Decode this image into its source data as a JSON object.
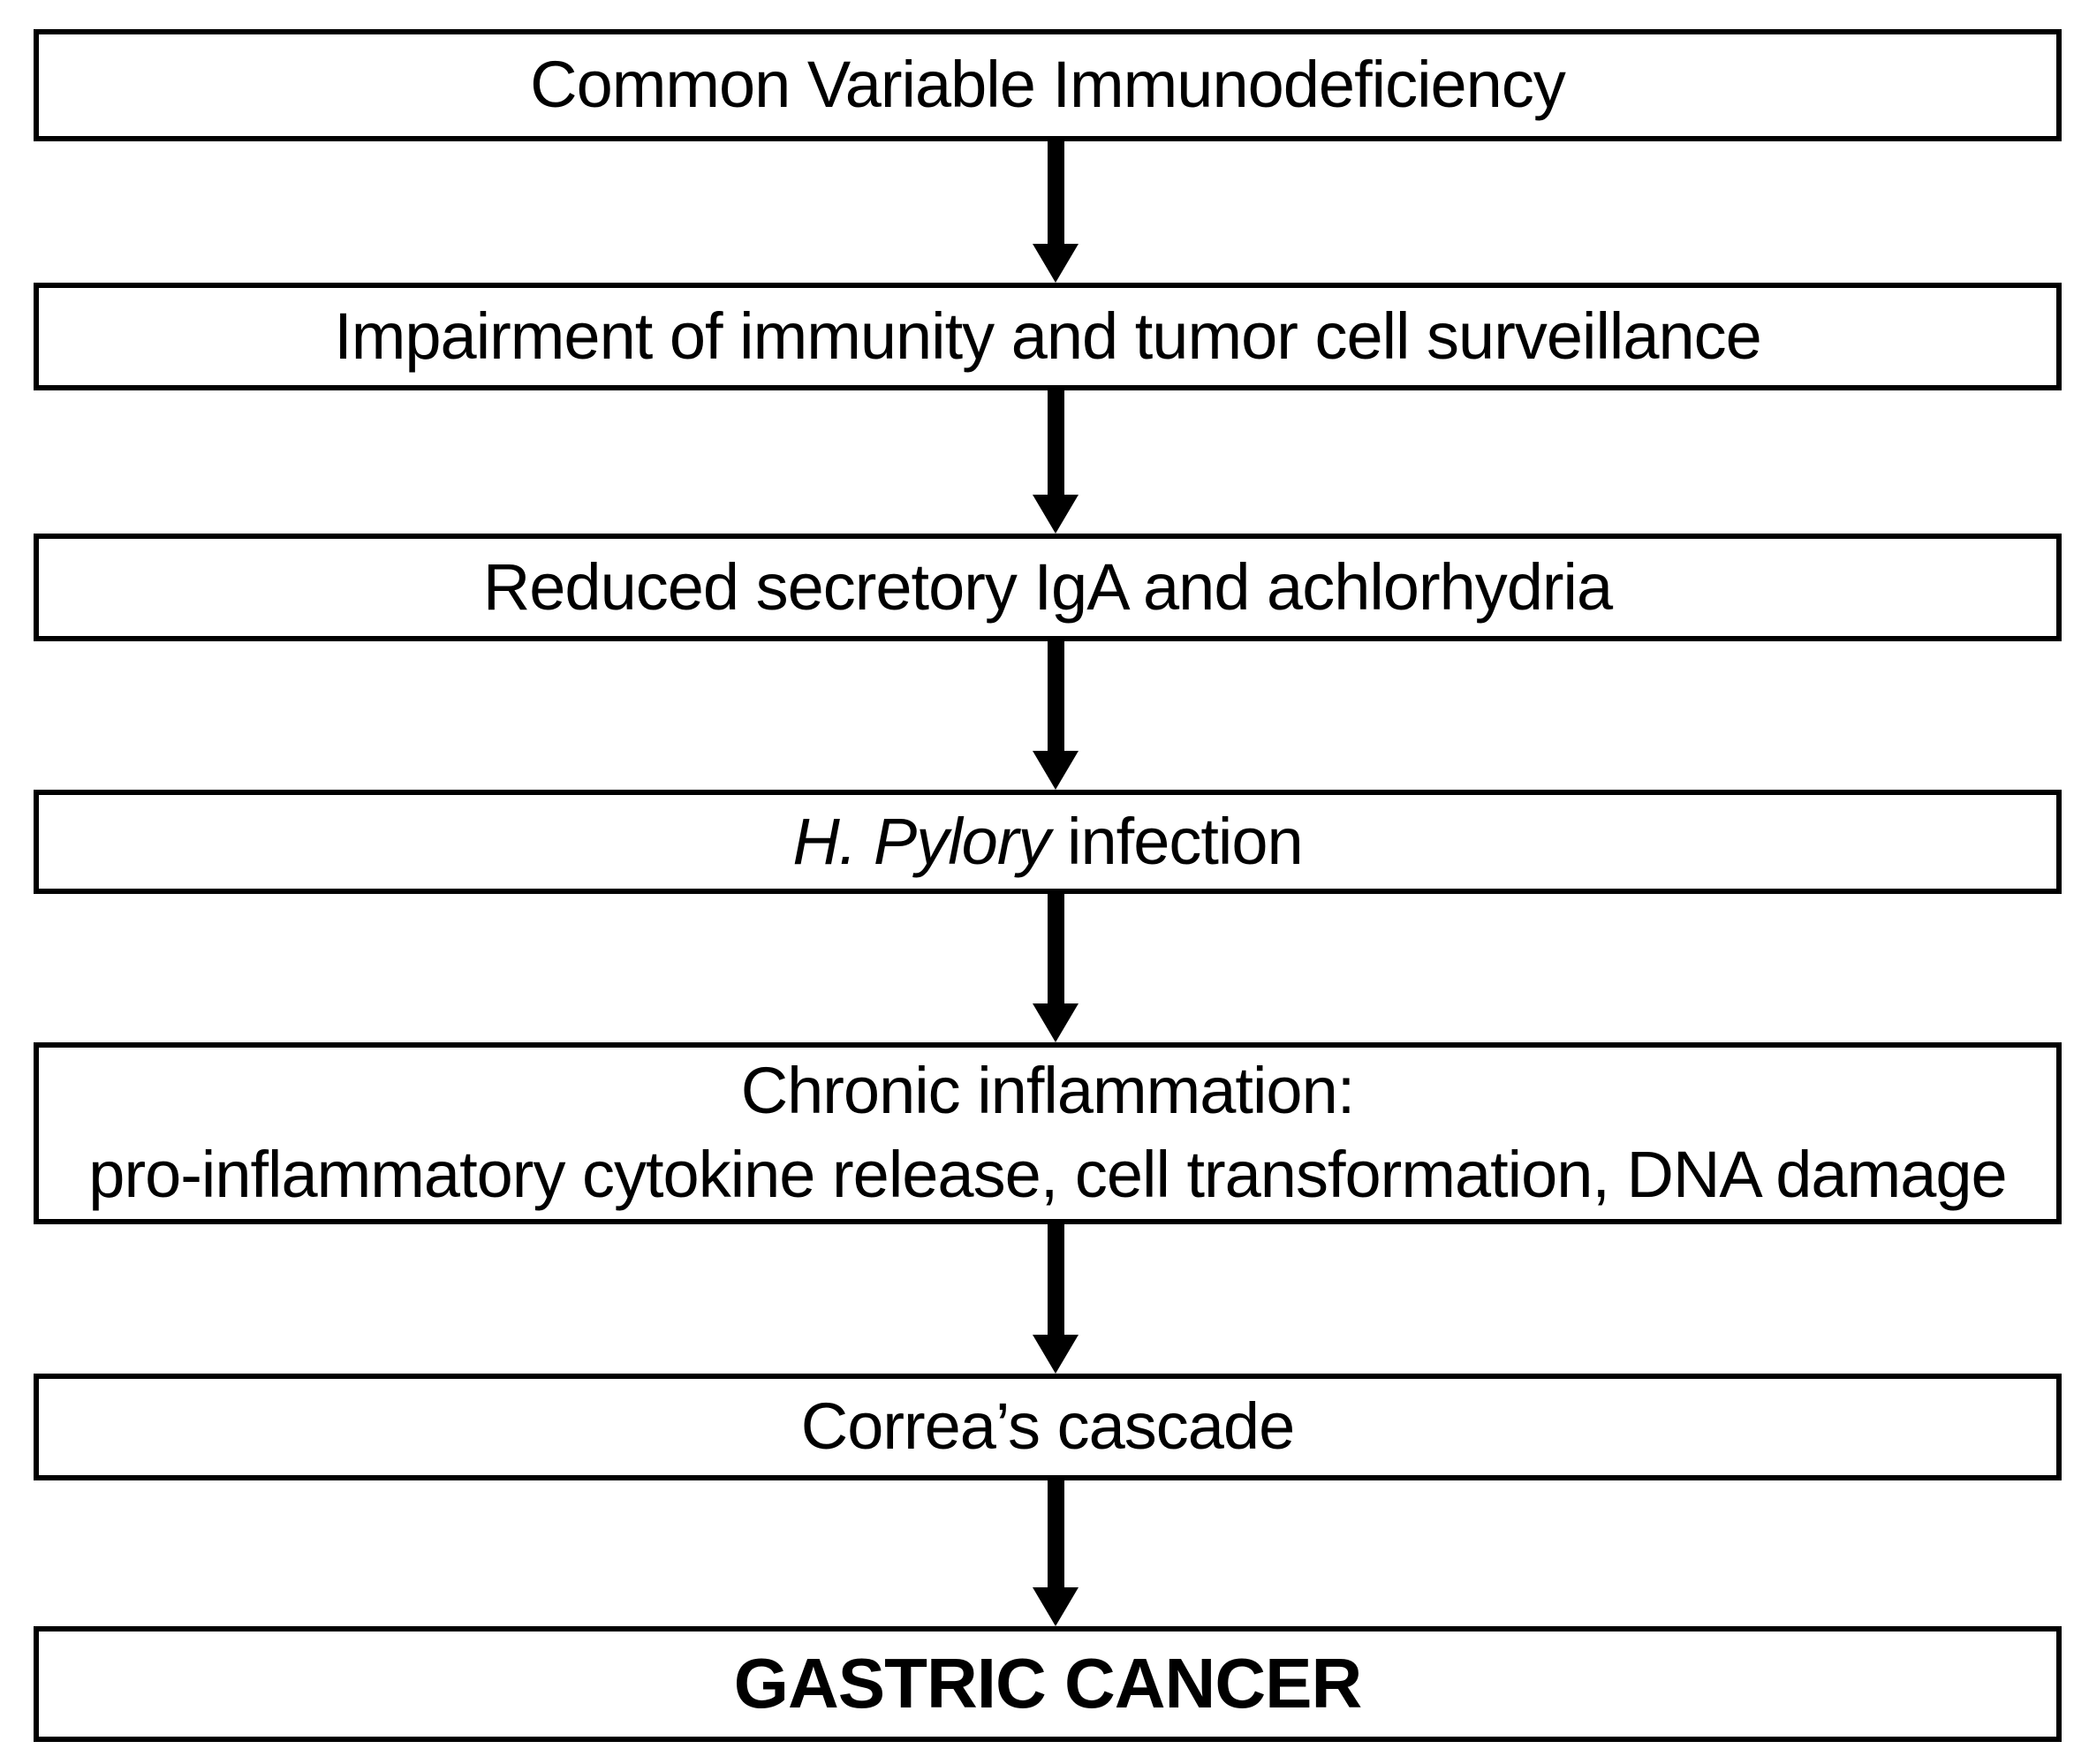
{
  "flow": {
    "description": "Flowchart of progression from Common Variable Immunodeficiency to gastric cancer",
    "colors": {
      "background": "#ffffff",
      "box_border": "#000000",
      "text": "#000000",
      "arrow": "#000000"
    },
    "boxes": [
      {
        "label": "Common Variable Immunodeficiency"
      },
      {
        "label": "Impairment of immunity and tumor cell surveillance"
      },
      {
        "label": "Reduced secretory IgA and achlorhydria"
      },
      {
        "italic_part": "H. Pylory",
        "rest": " infection"
      },
      {
        "line1": "Chronic inflammation:",
        "line2": "pro-inflammatory cytokine release, cell transformation, DNA damage"
      },
      {
        "label": "Correa’s cascade"
      },
      {
        "label": "GASTRIC CANCER"
      }
    ]
  }
}
